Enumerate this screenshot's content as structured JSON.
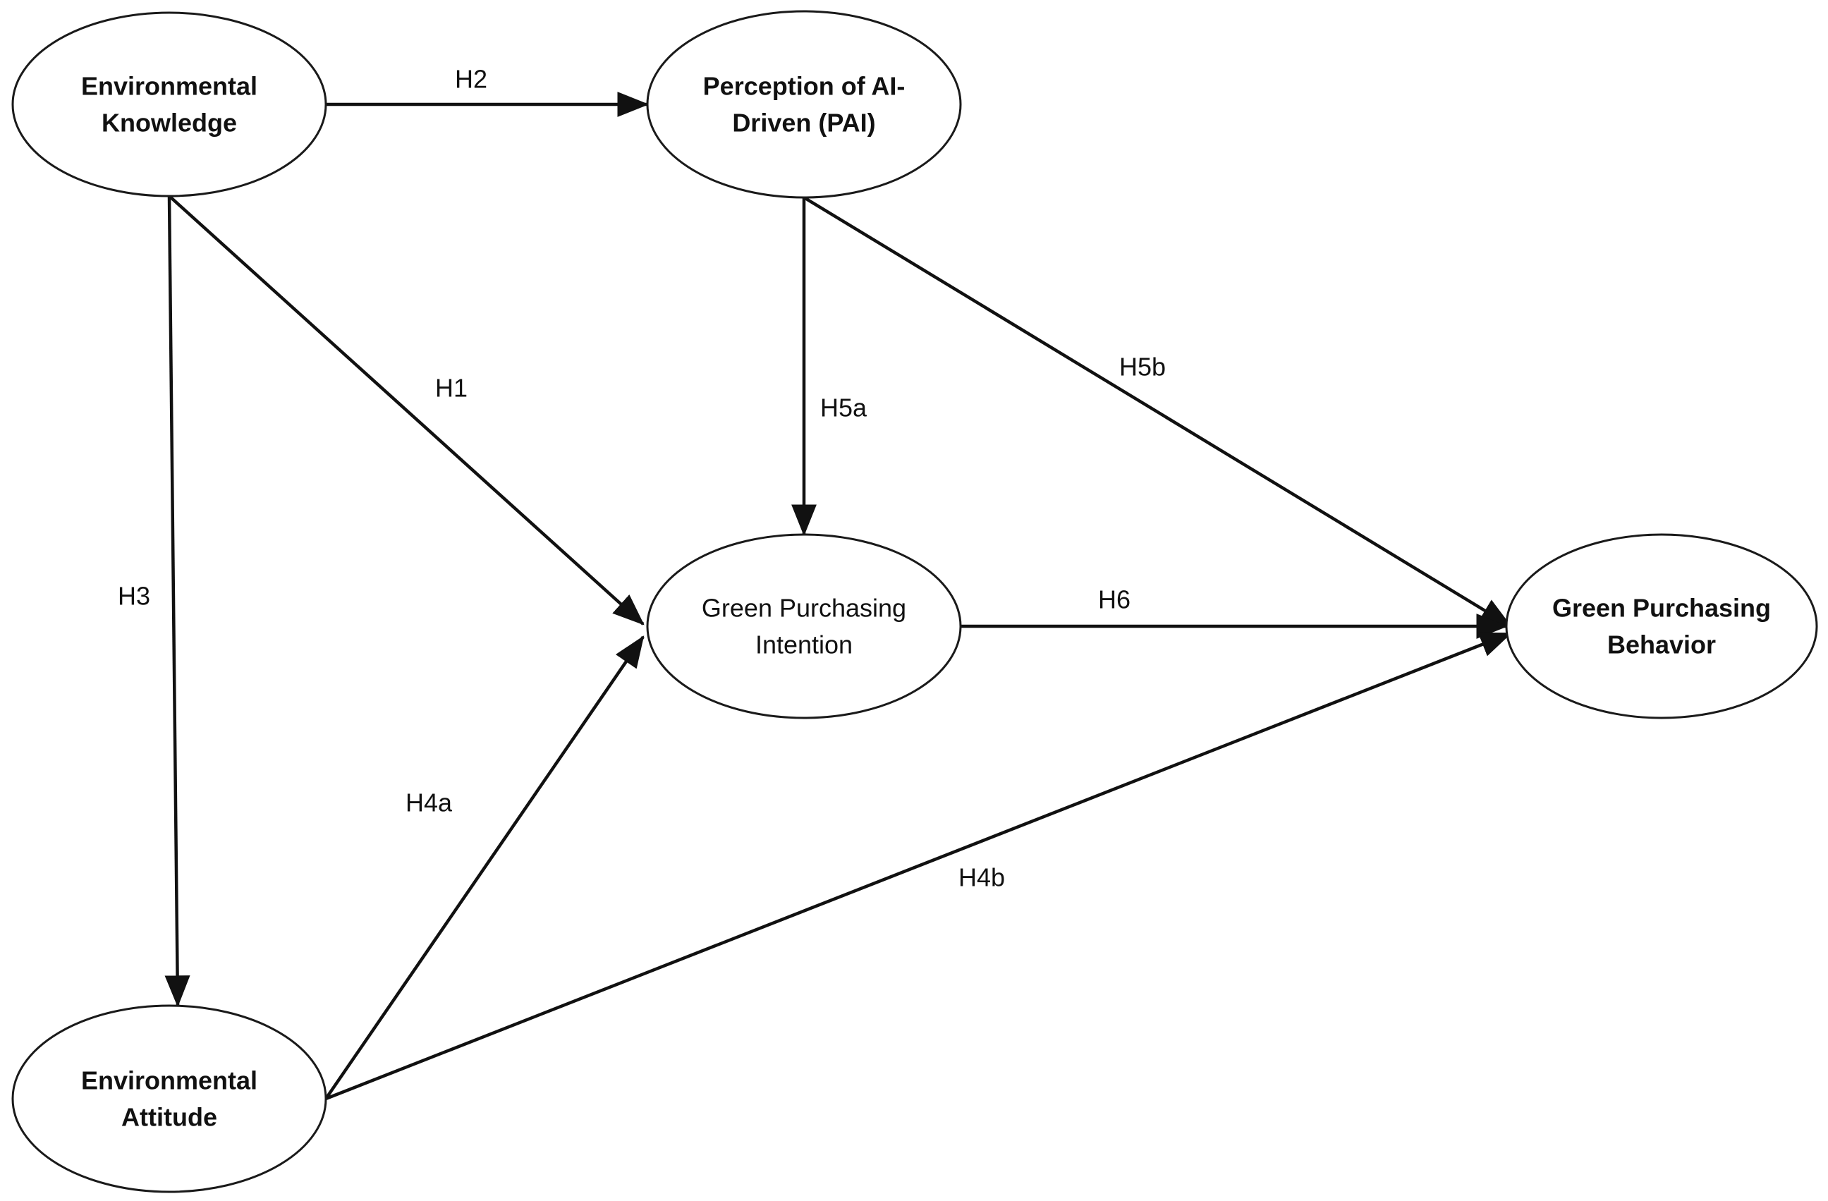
{
  "nodes": [
    {
      "id": "env-knowledge",
      "lines": [
        "Environmental",
        "Knowledge"
      ],
      "bold": true
    },
    {
      "id": "pai",
      "lines": [
        "Perception of AI-",
        "Driven (PAI)"
      ],
      "bold": true
    },
    {
      "id": "gpi",
      "lines": [
        "Green Purchasing",
        "Intention"
      ],
      "bold": false
    },
    {
      "id": "gpb",
      "lines": [
        "Green Purchasing",
        "Behavior"
      ],
      "bold": true
    },
    {
      "id": "env-attitude",
      "lines": [
        "Environmental",
        "Attitude"
      ],
      "bold": true
    }
  ],
  "edges": [
    {
      "id": "h2",
      "from": "env-knowledge",
      "to": "pai",
      "label": "H2"
    },
    {
      "id": "h1",
      "from": "env-knowledge",
      "to": "gpi",
      "label": "H1"
    },
    {
      "id": "h3",
      "from": "env-knowledge",
      "to": "env-attitude",
      "label": "H3"
    },
    {
      "id": "h5a",
      "from": "pai",
      "to": "gpi",
      "label": "H5a"
    },
    {
      "id": "h5b",
      "from": "pai",
      "to": "gpb",
      "label": "H5b"
    },
    {
      "id": "h6",
      "from": "gpi",
      "to": "gpb",
      "label": "H6"
    },
    {
      "id": "h4a",
      "from": "env-attitude",
      "to": "gpi",
      "label": "H4a"
    },
    {
      "id": "h4b",
      "from": "env-attitude",
      "to": "gpb",
      "label": "H4b"
    }
  ]
}
